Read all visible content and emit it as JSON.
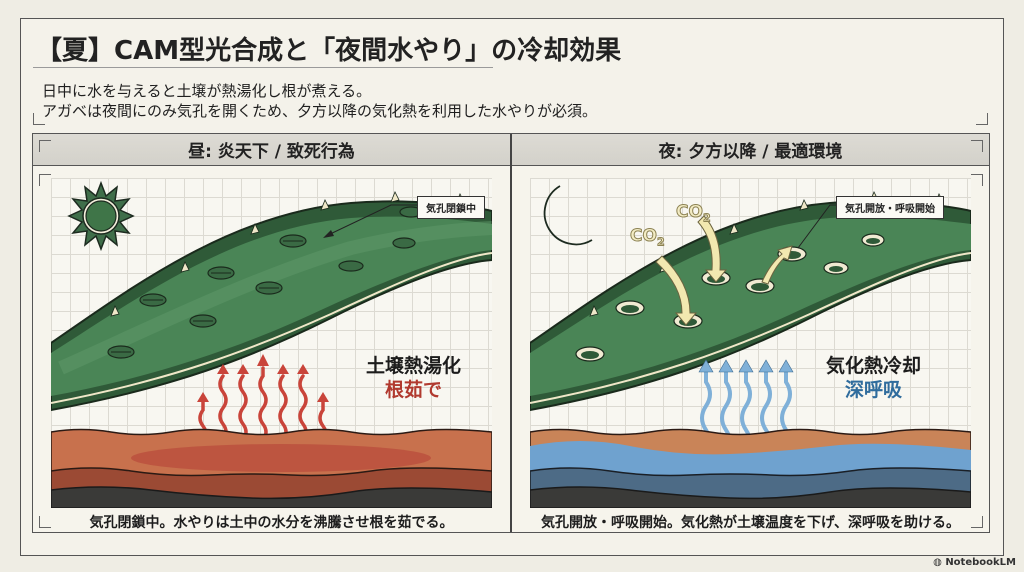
{
  "header": {
    "title": "【夏】CAM型光合成と「夜間水やり」の冷却効果",
    "subtitle_lines": [
      "日中に水を与えると土壌が熱湯化し根が煮える。",
      "アガベは夜間にのみ気孔を開くため、夕方以降の気化熱を利用した水やりが必須。"
    ]
  },
  "panels": {
    "day": {
      "header": "昼: 炎天下 / 致死行為",
      "icon": "sun-icon",
      "callout": "気孔閉鎖中",
      "label_main": "土壌熱湯化",
      "label_sub": "根茹で",
      "caption": "気孔閉鎖中。水やりは土中の水分を沸騰させ根を茹でる。",
      "colors": {
        "heat_arrows": "#c9443a",
        "soil_top": "#c8714d",
        "soil_hot": "#b84a3a",
        "soil_hatch": "#9b4a34",
        "bedrock": "#3a3a38",
        "label_accent": "#b13a2f"
      }
    },
    "night": {
      "header": "夜: 夕方以降 / 最適環境",
      "icon": "crescent-moon-icon",
      "callout": "気孔開放・呼吸開始",
      "co2_labels": [
        "CO",
        "CO"
      ],
      "co2_subscript": "2",
      "label_main": "気化熱冷却",
      "label_sub": "深呼吸",
      "caption": "気孔開放・呼吸開始。気化熱が土壌温度を下げ、深呼吸を助ける。",
      "colors": {
        "vapor_arrows": "#7fb0d8",
        "soil_top": "#c98458",
        "soil_wet": "#6fa2cf",
        "soil_hatch": "#4d6b86",
        "bedrock": "#3a3a38",
        "label_accent": "#2f6c9d"
      }
    }
  },
  "leaf_color": "#3f7548",
  "watermark": "NotebookLM"
}
